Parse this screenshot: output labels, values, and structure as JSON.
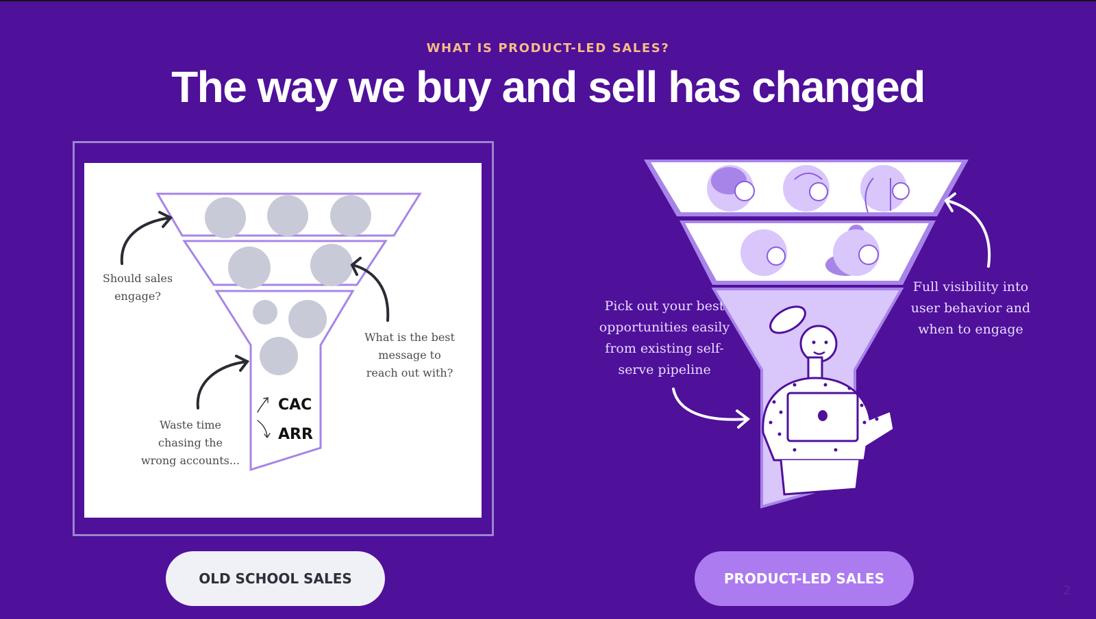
{
  "slide": {
    "eyebrow": "WHAT IS PRODUCT-LED SALES?",
    "title": "The way we buy and sell has changed",
    "page_number": "2",
    "colors": {
      "background": "#4f109a",
      "eyebrow": "#f5bd84",
      "accent_purple": "#ac7bef",
      "light_purple": "#d9c6fb",
      "funnel_outline": "#a784e8",
      "circle_gray": "#c8cad7"
    }
  },
  "old_school": {
    "notes": {
      "top_left": "Should sales engage?",
      "right": "What is the best message to reach out with?",
      "bottom_left": "Waste time chasing the wrong accounts..."
    },
    "metrics": [
      {
        "label": "CAC",
        "trend": "up"
      },
      {
        "label": "ARR",
        "trend": "down"
      }
    ],
    "button_label": "OLD SCHOOL SALES"
  },
  "product_led": {
    "notes": {
      "left": "Pick out your best opportunities easily from existing self-serve pipeline",
      "right": "Full visibility into user behavior and when to engage"
    },
    "button_label": "PRODUCT-LED SALES"
  }
}
